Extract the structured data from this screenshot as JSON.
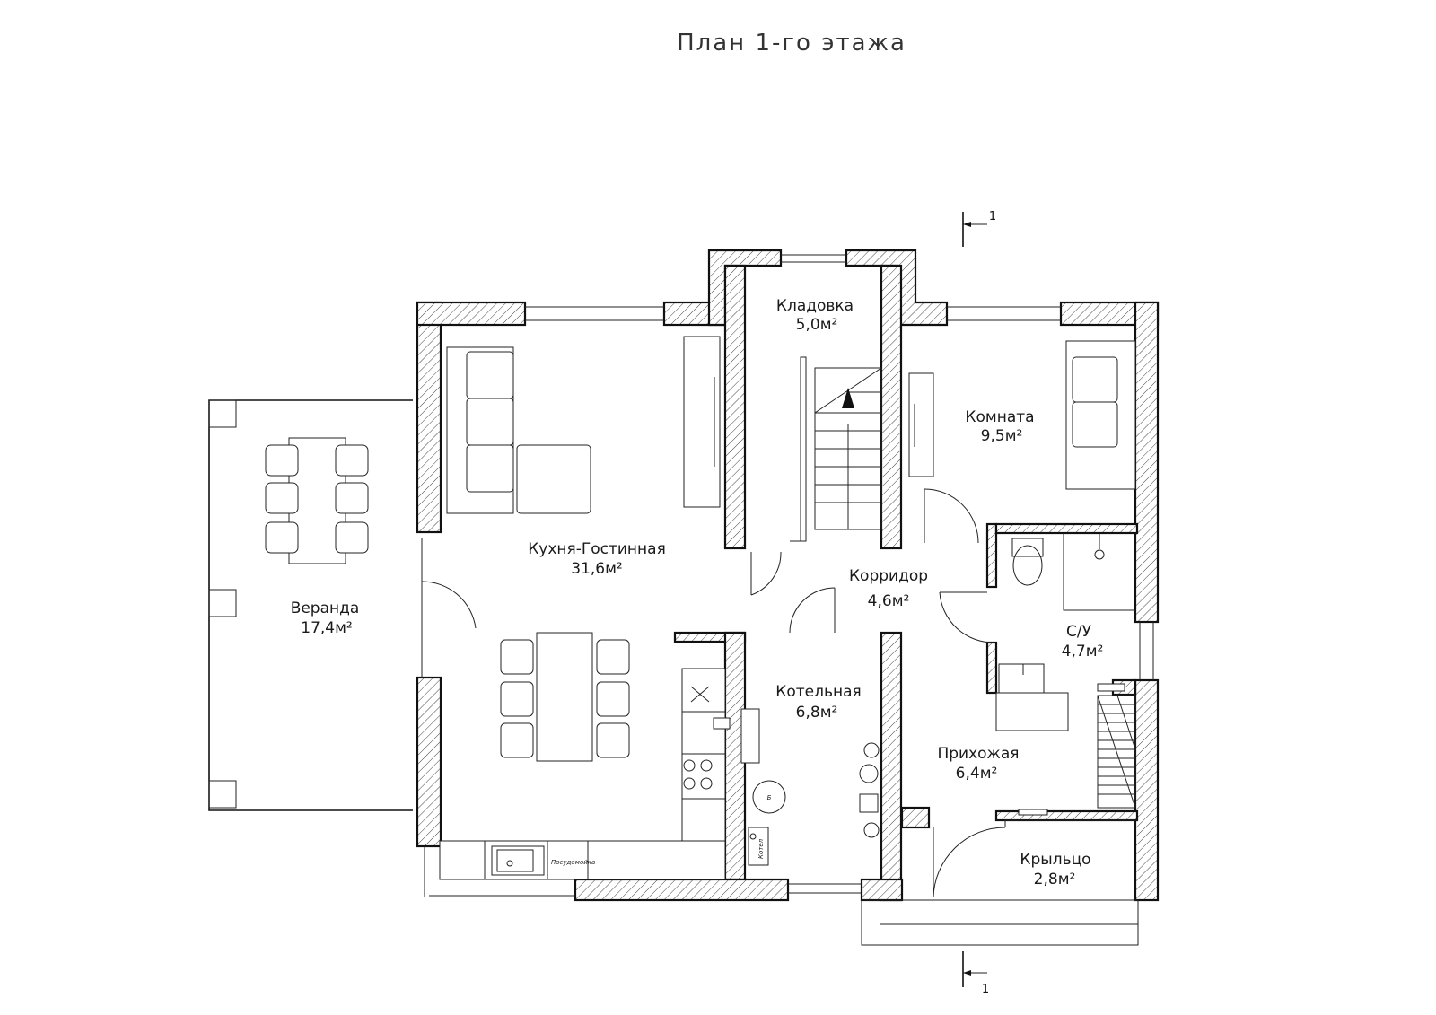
{
  "plan": {
    "title": "План 1-го этажа",
    "rooms": [
      {
        "id": "kladovka",
        "name": "Кладовка",
        "area": "5,0м²"
      },
      {
        "id": "komnata",
        "name": "Комната",
        "area": "9,5м²"
      },
      {
        "id": "kuhnya",
        "name": "Кухня-Гостинная",
        "area": "31,6м²"
      },
      {
        "id": "koridor",
        "name": "Корридор",
        "area": "4,6м²"
      },
      {
        "id": "veranda",
        "name": "Веранда",
        "area": "17,4м²"
      },
      {
        "id": "su",
        "name": "С/У",
        "area": "4,7м²"
      },
      {
        "id": "kotelnaya",
        "name": "Котельная",
        "area": "6,8м²"
      },
      {
        "id": "prihozhaya",
        "name": "Прихожая",
        "area": "6,4м²"
      },
      {
        "id": "krylco",
        "name": "Крыльцо",
        "area": "2,8м²"
      }
    ],
    "annotations": {
      "section_top": "1",
      "section_bottom": "1",
      "dishwasher": "Посудомойка",
      "boiler": "Котел",
      "tank": "Б"
    }
  }
}
